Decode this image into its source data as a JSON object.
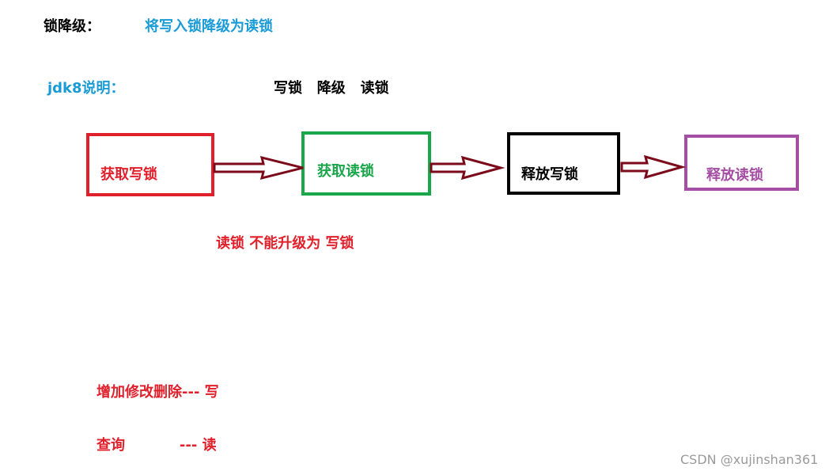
{
  "header": {
    "label": "锁降级：",
    "description": "将写入锁降级为读锁"
  },
  "jdk": {
    "label": "jdk8说明：",
    "sequence": "写锁   降级   读锁"
  },
  "flow": {
    "steps": [
      {
        "label": "获取写锁",
        "color": "#e0202b"
      },
      {
        "label": "获取读锁",
        "color": "#1aa64a"
      },
      {
        "label": "释放写锁",
        "color": "#000000"
      },
      {
        "label": "释放读锁",
        "color": "#a44ea4"
      }
    ],
    "arrow_color": "#7b0a1a"
  },
  "note": "读锁 不能升级为 写锁",
  "mapping": [
    {
      "ops": "增加修改删除--- 写"
    },
    {
      "ops": "查询           --- 读"
    }
  ],
  "watermark": "CSDN @xujinshan361",
  "colors": {
    "red": "#e0202b",
    "blue": "#1a9bd6",
    "black": "#000000"
  }
}
